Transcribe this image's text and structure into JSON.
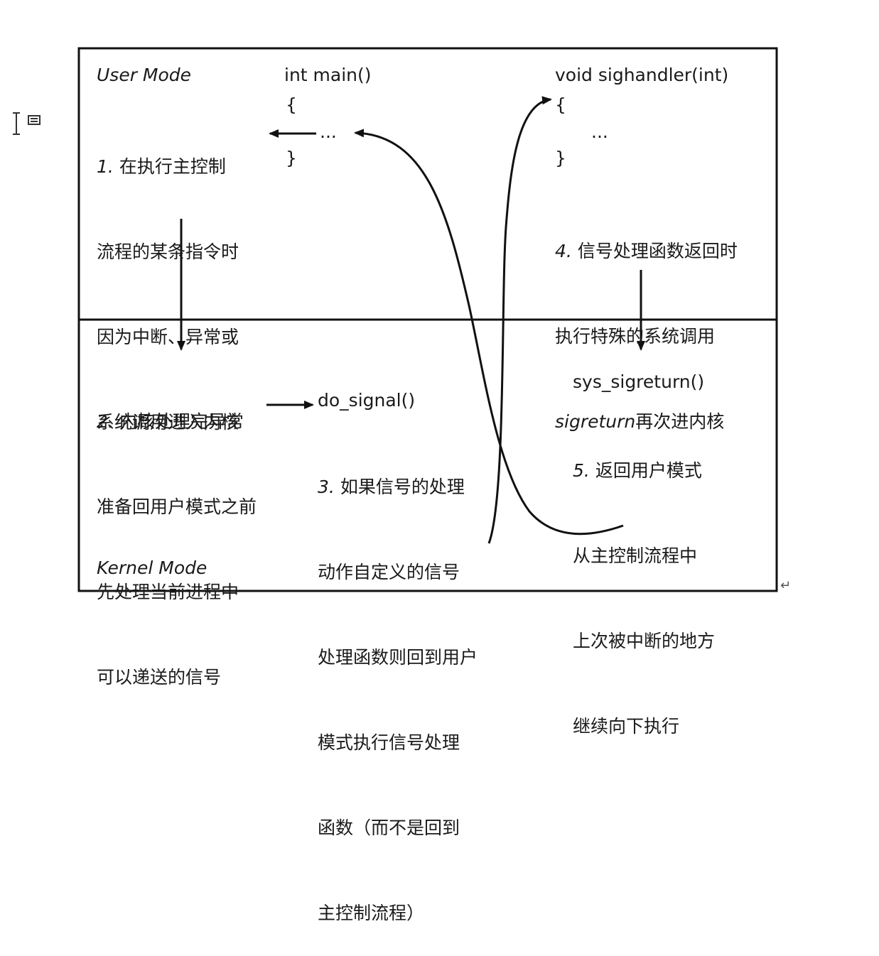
{
  "user_mode": {
    "label": "User Mode",
    "note1": {
      "number": "1.",
      "lines": [
        "在执行主控制",
        "流程的某条指令时",
        "因为中断、异常或",
        "系统调用进入内核"
      ]
    }
  },
  "main_func": {
    "signature": "int main()",
    "open_brace": "{",
    "body": "...",
    "close_brace": "}"
  },
  "handler_func": {
    "signature": "void sighandler(int)",
    "open_brace": "{",
    "body": "...",
    "close_brace": "}"
  },
  "note4": {
    "number": "4.",
    "lines": [
      "信号处理函数返回时",
      "执行特殊的系统调用"
    ],
    "syscall_italic": "sigreturn",
    "syscall_suffix": "再次进内核"
  },
  "kernel_mode": {
    "label": "Kernel Mode",
    "note2": {
      "number": "2.",
      "lines": [
        "内核处理完异常",
        "准备回用户模式之前",
        "先处理当前进程中",
        "可以递送的信号"
      ]
    }
  },
  "do_signal": {
    "name": "do_signal()",
    "note3": {
      "number": "3.",
      "lines": [
        "如果信号的处理",
        "动作自定义的信号",
        "处理函数则回到用户",
        "模式执行信号处理",
        "函数（而不是回到",
        "主控制流程）"
      ]
    }
  },
  "sys_sigreturn": {
    "name": "sys_sigreturn()",
    "note5": {
      "number": "5.",
      "lines": [
        "返回用户模式",
        "从主控制流程中",
        "上次被中断的地方",
        "继续向下执行"
      ]
    }
  },
  "icons": {
    "cursor": "text-cursor-icon",
    "paragraph_mark": "↵"
  },
  "colors": {
    "line": "#111111",
    "text": "#1a1a1a",
    "background": "#ffffff"
  }
}
